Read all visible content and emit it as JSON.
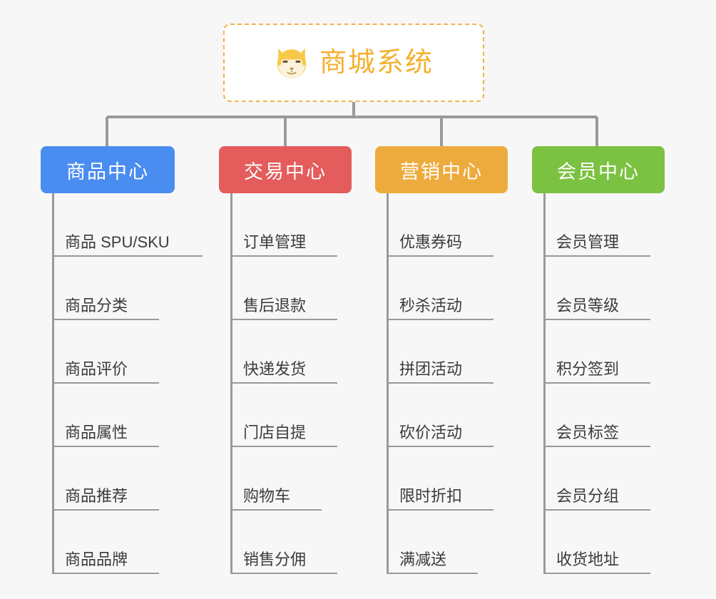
{
  "diagram": {
    "type": "mind-map",
    "background_color": "#f7f7f7",
    "root": {
      "title": "商城系统",
      "icon": "shiba-dog-icon",
      "text_color": "#f2b130",
      "border_color": "#f0b44a",
      "fill_color": "#ffffff"
    },
    "connector_color": "#9a9a9a",
    "branches": [
      {
        "id": "product-center",
        "label": "商品中心",
        "color": "#4a8df0",
        "items": [
          {
            "label": "商品 SPU/SKU"
          },
          {
            "label": "商品分类"
          },
          {
            "label": "商品评价"
          },
          {
            "label": "商品属性"
          },
          {
            "label": "商品推荐"
          },
          {
            "label": "商品品牌"
          }
        ]
      },
      {
        "id": "trade-center",
        "label": "交易中心",
        "color": "#e45c5c",
        "items": [
          {
            "label": "订单管理"
          },
          {
            "label": "售后退款"
          },
          {
            "label": "快递发货"
          },
          {
            "label": "门店自提"
          },
          {
            "label": "购物车"
          },
          {
            "label": "销售分佣"
          }
        ]
      },
      {
        "id": "marketing-center",
        "label": "营销中心",
        "color": "#eeab3d",
        "items": [
          {
            "label": "优惠券码"
          },
          {
            "label": "秒杀活动"
          },
          {
            "label": "拼团活动"
          },
          {
            "label": "砍价活动"
          },
          {
            "label": "限时折扣"
          },
          {
            "label": "满减送"
          }
        ]
      },
      {
        "id": "member-center",
        "label": "会员中心",
        "color": "#7bc142",
        "items": [
          {
            "label": "会员管理"
          },
          {
            "label": "会员等级"
          },
          {
            "label": "积分签到"
          },
          {
            "label": "会员标签"
          },
          {
            "label": "会员分组"
          },
          {
            "label": "收货地址"
          }
        ]
      }
    ]
  }
}
